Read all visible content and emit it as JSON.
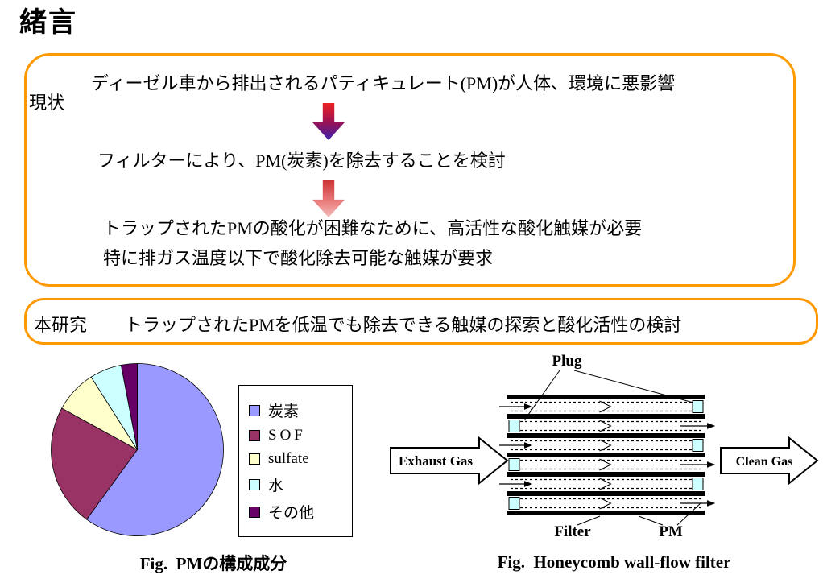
{
  "page": {
    "title": "緒言"
  },
  "box1": {
    "label": "現状",
    "line1": "ディーゼル車から排出されるパティキュレート(PM)が人体、環境に悪影響",
    "line2": "フィルターにより、PM(炭素)を除去することを検討",
    "line3": "トラップされたPMの酸化が困難なために、高活性な酸化触媒が必要",
    "line4": "特に排ガス温度以下で酸化除去可能な触媒が要求"
  },
  "box2": {
    "label": "本研究",
    "text": "トラップされたPMを低温でも除去できる触媒の探索と酸化活性の検討"
  },
  "chart_data": {
    "type": "pie",
    "title": "Fig.  PMの構成成分",
    "labels": [
      "炭素",
      "SOF",
      "sulfate",
      "水",
      "その他"
    ],
    "values": [
      60,
      23,
      8,
      6,
      3
    ],
    "colors": [
      "#9999ff",
      "#993366",
      "#ffffcc",
      "#ccffff",
      "#660066"
    ],
    "start_angle_deg": -90,
    "direction": "clockwise",
    "legend_position": "right"
  },
  "diagram": {
    "plug_label": "Plug",
    "exhaust_label": "Exhaust Gas",
    "clean_label": "Clean Gas",
    "filter_label": "Filter",
    "pm_label": "PM",
    "caption": "Fig.  Honeycomb wall-flow filter"
  },
  "colors": {
    "accent_orange": "#ff9900",
    "plug_fill": "#ccffff",
    "arrow1_gradient": [
      "#ee2222",
      "#991155",
      "#3b22aa"
    ],
    "arrow2_gradient": [
      "#cc3333",
      "#e87a7a",
      "#f6bcbc"
    ]
  }
}
